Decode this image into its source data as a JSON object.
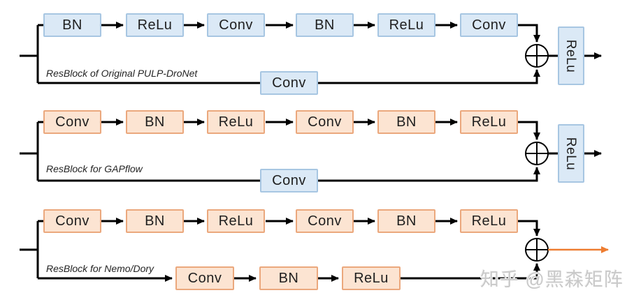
{
  "diagram": {
    "rows": [
      {
        "label": "ResBlock of Original PULP-DroNet",
        "main_boxes": [
          {
            "label": "BN",
            "color": "blue"
          },
          {
            "label": "ReLu",
            "color": "blue"
          },
          {
            "label": "Conv",
            "color": "blue"
          },
          {
            "label": "BN",
            "color": "blue"
          },
          {
            "label": "ReLu",
            "color": "blue"
          },
          {
            "label": "Conv",
            "color": "blue"
          }
        ],
        "skip_boxes": [
          {
            "label": "Conv",
            "color": "blue"
          }
        ],
        "merge_icon": "circle-plus",
        "output_box": {
          "label": "ReLu",
          "color": "blue"
        },
        "output_arrow_color": "black"
      },
      {
        "label": "ResBlock for GAPflow",
        "main_boxes": [
          {
            "label": "Conv",
            "color": "orange"
          },
          {
            "label": "BN",
            "color": "orange"
          },
          {
            "label": "ReLu",
            "color": "orange"
          },
          {
            "label": "Conv",
            "color": "orange"
          },
          {
            "label": "BN",
            "color": "orange"
          },
          {
            "label": "ReLu",
            "color": "orange"
          }
        ],
        "skip_boxes": [
          {
            "label": "Conv",
            "color": "blue"
          }
        ],
        "merge_icon": "circle-plus",
        "output_box": {
          "label": "ReLu",
          "color": "blue"
        },
        "output_arrow_color": "black"
      },
      {
        "label": "ResBlock for Nemo/Dory",
        "main_boxes": [
          {
            "label": "Conv",
            "color": "orange"
          },
          {
            "label": "BN",
            "color": "orange"
          },
          {
            "label": "ReLu",
            "color": "orange"
          },
          {
            "label": "Conv",
            "color": "orange"
          },
          {
            "label": "BN",
            "color": "orange"
          },
          {
            "label": "ReLu",
            "color": "orange"
          }
        ],
        "skip_boxes": [
          {
            "label": "Conv",
            "color": "orange"
          },
          {
            "label": "BN",
            "color": "orange"
          },
          {
            "label": "ReLu",
            "color": "orange"
          }
        ],
        "merge_icon": "circle-plus",
        "output_box": null,
        "output_arrow_color": "orange"
      }
    ],
    "watermark": "知乎 @黑森矩阵"
  },
  "colors": {
    "blue_fill": "#dbe9f6",
    "blue_border": "#a7c6e2",
    "orange_fill": "#fce4d2",
    "orange_border": "#eba87d",
    "line": "#000000",
    "orange_arrow": "#ee7d31",
    "watermark": "#c9c9c9"
  }
}
